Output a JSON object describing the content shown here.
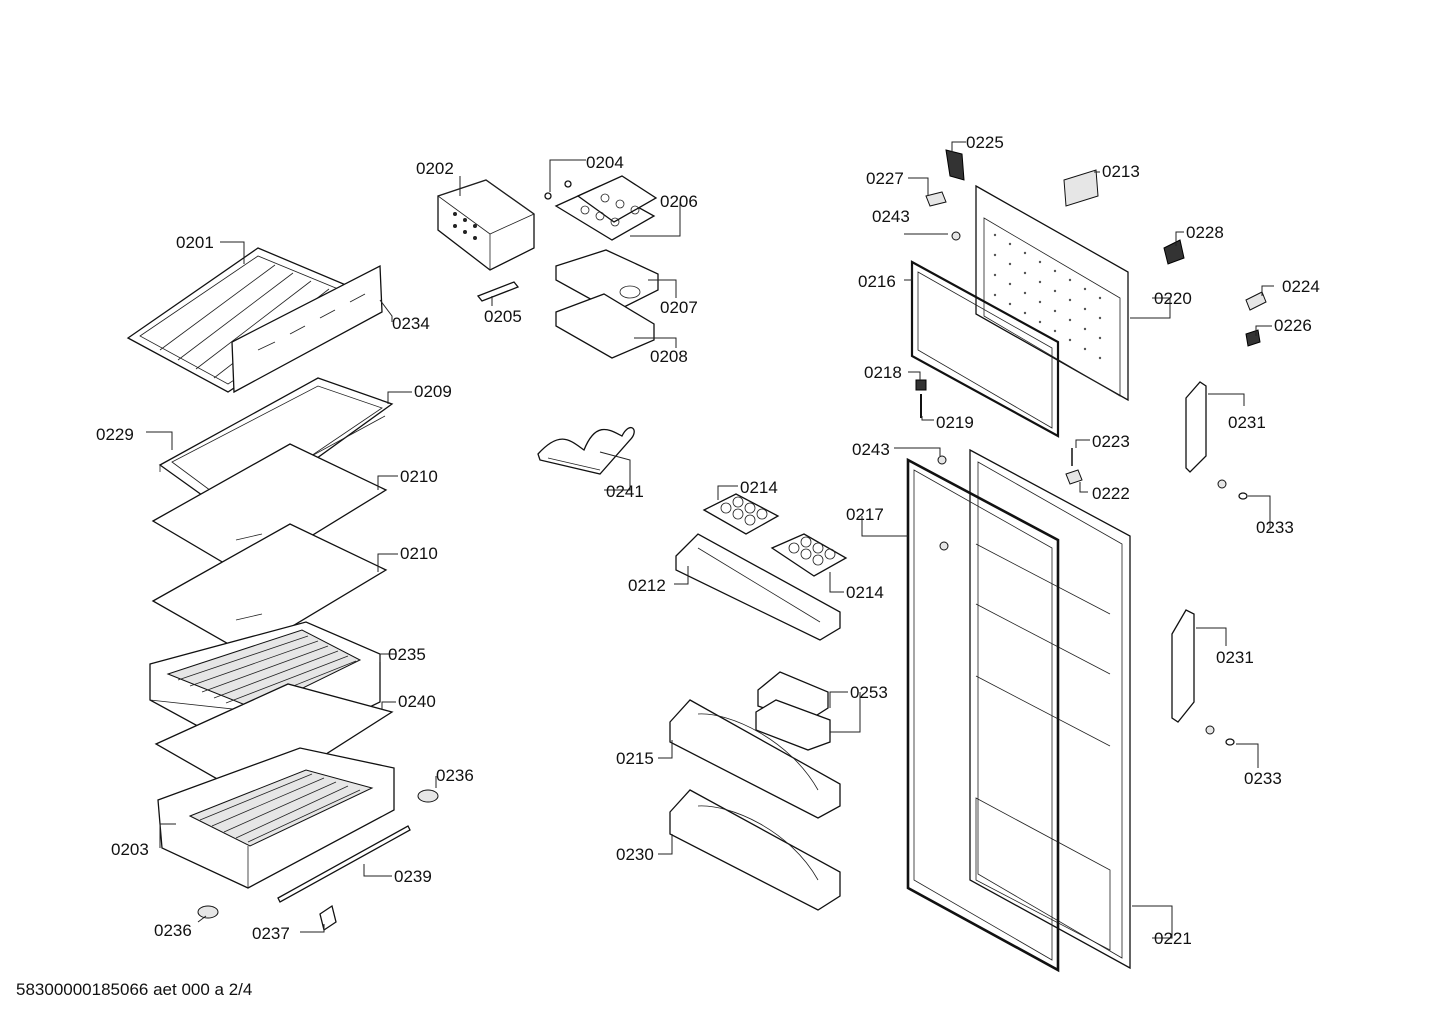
{
  "document_code": "58300000185066 aet 000 a 2/4",
  "labels": {
    "p0201": "0201",
    "p0202": "0202",
    "p0203": "0203",
    "p0204": "0204",
    "p0205": "0205",
    "p0206": "0206",
    "p0207": "0207",
    "p0208": "0208",
    "p0209": "0209",
    "p0210a": "0210",
    "p0210b": "0210",
    "p0212": "0212",
    "p0213": "0213",
    "p0214a": "0214",
    "p0214b": "0214",
    "p0215": "0215",
    "p0216": "0216",
    "p0217": "0217",
    "p0218": "0218",
    "p0219": "0219",
    "p0220": "0220",
    "p0221": "0221",
    "p0222": "0222",
    "p0223": "0223",
    "p0224": "0224",
    "p0225": "0225",
    "p0226": "0226",
    "p0227": "0227",
    "p0228": "0228",
    "p0229": "0229",
    "p0230": "0230",
    "p0231a": "0231",
    "p0231b": "0231",
    "p0233a": "0233",
    "p0233b": "0233",
    "p0234": "0234",
    "p0235": "0235",
    "p0236a": "0236",
    "p0236b": "0236",
    "p0237": "0237",
    "p0239": "0239",
    "p0240": "0240",
    "p0241": "0241",
    "p0243a": "0243",
    "p0243b": "0243",
    "p0253": "0253"
  }
}
